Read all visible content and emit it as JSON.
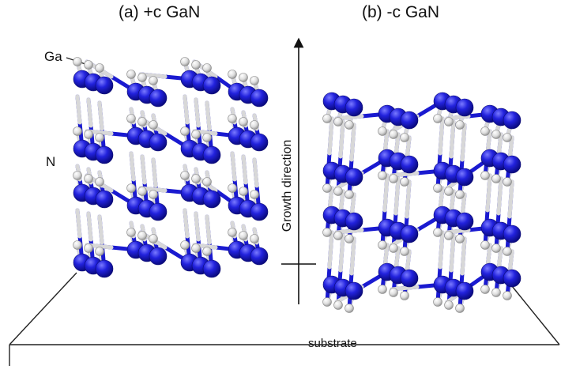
{
  "titles": {
    "panel_a": "(a) +c GaN",
    "panel_b": "(b) -c GaN"
  },
  "labels": {
    "ga": "Ga",
    "n": "N",
    "growth_direction": "Growth direction",
    "substrate": "substrate"
  },
  "colors": {
    "nitrogen": "#2020d8",
    "gallium": "#e4e4e4",
    "bond": "#c8c8c8",
    "line": "#222222"
  }
}
